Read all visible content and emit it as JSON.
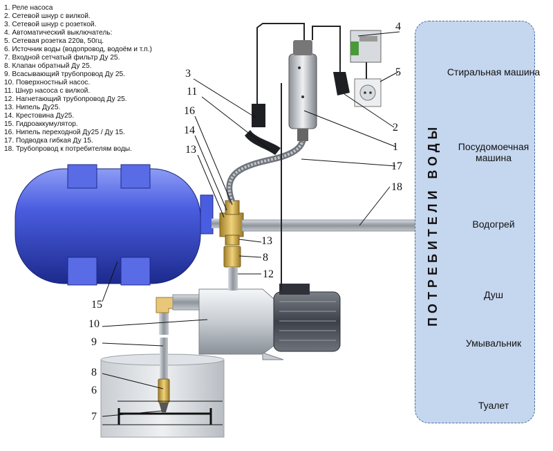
{
  "legend": [
    "1. Реле насоса",
    "2. Сетевой шнур с вилкой.",
    "3. Сетевой шнур с розеткой.",
    "4. Автоматический выключатель:",
    "5. Сетевая розетка 220в, 50гц.",
    "6. Источник воды (водопровод, водоём и т.п.)",
    "7. Входной сетчатый фильтр Ду 25.",
    "8. Клапан обратный Ду 25.",
    "9. Всасывающий трубопровод Ду 25.",
    "10. Поверхностный насос.",
    "11. Шнур насоса с вилкой.",
    "12. Нагнетающий трубопровод Ду 25.",
    "13. Нипель Ду25.",
    "14. Крестовина Ду25.",
    "15. Гидроаккумулятор.",
    "16. Нипель переходной Ду25 / Ду 15.",
    "17. Подводка гибкая Ду 15.",
    "18. Трубопровод к потребителям воды."
  ],
  "consumers_title": "ПОТРЕБИТЕЛИ ВОДЫ",
  "consumers": {
    "washer": "Стиральная машина",
    "dishwasher": "Посудомоечная машина",
    "heater": "Водогрей",
    "shower": "Душ",
    "sink": "Умывальник",
    "toilet": "Туалет"
  },
  "callouts": {
    "n1": "1",
    "n2": "2",
    "n3": "3",
    "n4": "4",
    "n5": "5",
    "n6": "6",
    "n7": "7",
    "n8a": "8",
    "n8b": "8",
    "n9": "9",
    "n10": "10",
    "n11": "11",
    "n12": "12",
    "n13a": "13",
    "n13b": "13",
    "n14": "14",
    "n15": "15",
    "n16": "16",
    "n17": "17",
    "n18": "18"
  },
  "colors": {
    "tank": "#3c4fd0",
    "panel": "#c5d6ef",
    "brass": "#d8b454",
    "pipe": "#a9aeb4"
  }
}
